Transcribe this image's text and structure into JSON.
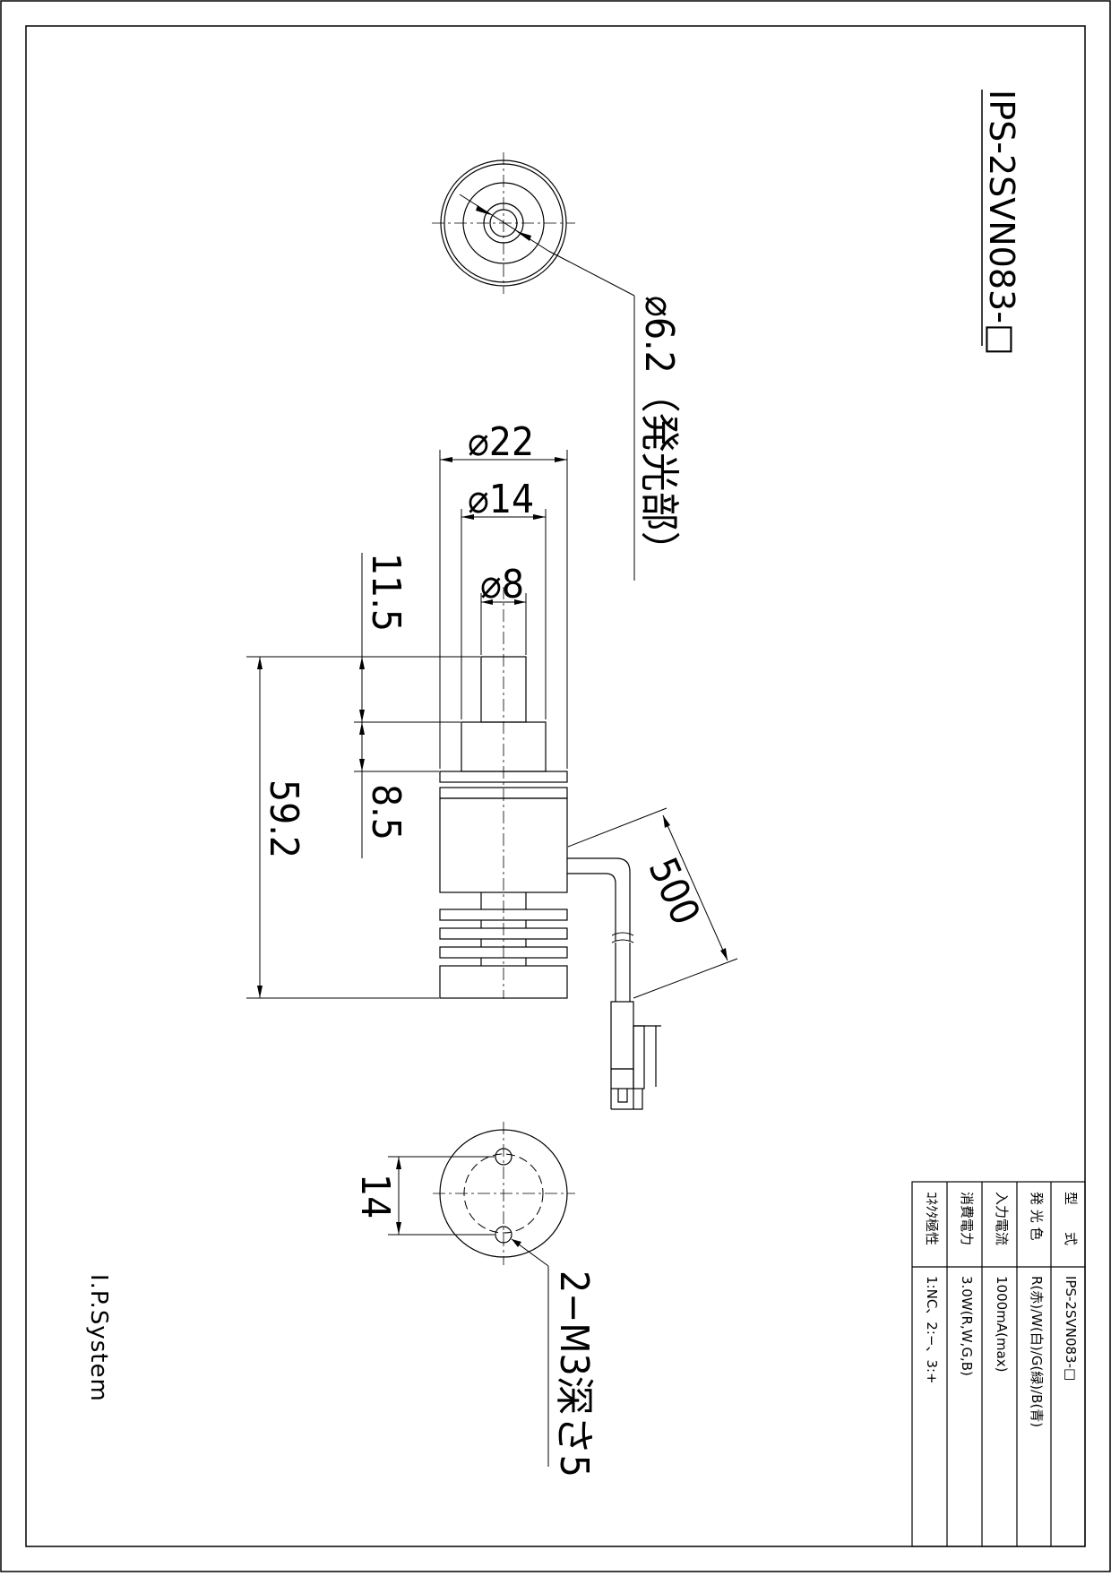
{
  "model": "IPS-2SVN083-□",
  "maker": "I.P.System",
  "dimensions": {
    "emit_dia": "⌀6.2（発光部）",
    "dia_22": "⌀22",
    "dia_14": "⌀14",
    "dia_8": "⌀8",
    "len_11_5": "11.5",
    "len_8_5": "8.5",
    "len_59_2": "59.2",
    "cable_500": "500",
    "hole_spacing_14": "14",
    "tap": "2−M3深さ5"
  },
  "spec_table": {
    "rows": [
      {
        "label": "型　　式",
        "value": "IPS-2SVN083-□"
      },
      {
        "label": "発 光 色",
        "value": "R(赤)/W(白)/G(緑)/B(青)"
      },
      {
        "label": "入力電流",
        "value": "1000mA(max)"
      },
      {
        "label": "消費電力",
        "value": "3.0W(R,W,G,B)"
      },
      {
        "label": "ｺﾈｸﾀ極性",
        "value": "1:NC、2:−、3:+"
      }
    ]
  }
}
